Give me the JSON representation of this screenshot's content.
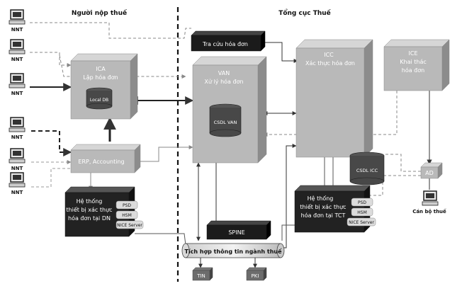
{
  "sections": {
    "taxpayer": "Người nộp thuế",
    "tax_department": "Tổng cục Thuế"
  },
  "nnt_label": "NNT",
  "ica": {
    "name": "ICA",
    "subtitle": "Lập hóa đơn",
    "db": "Local DB"
  },
  "erp": {
    "label": "ERP, Accounting"
  },
  "dn_system": {
    "lines": [
      "Hệ thống",
      "thiết bị xác thực",
      "hóa đơn tại DN"
    ],
    "modules": [
      "PSD",
      "HSM",
      "NICE Server"
    ]
  },
  "lookup": {
    "label": "Tra cứu hóa đơn"
  },
  "van": {
    "name": "VAN",
    "subtitle": "Xử lý hóa đơn",
    "db": "CSDL VAN"
  },
  "icc": {
    "name": "ICC",
    "subtitle": "Xác thực hóa đơn",
    "db": "CSDL ICC"
  },
  "ice": {
    "name": "ICE",
    "subtitle1": "Khai thác",
    "subtitle2": "hóa đơn"
  },
  "tct_system": {
    "lines": [
      "Hệ thống",
      "thiết bị xác thực",
      "hóa đơn tại TCT"
    ],
    "modules": [
      "PSD",
      "HSM",
      "NICE Server"
    ]
  },
  "ad": {
    "label": "AD"
  },
  "officer": {
    "label": "Cán bộ thuế"
  },
  "spine": {
    "label": "SPINE"
  },
  "integration": {
    "label": "Tích hợp thông tin ngành thuế"
  },
  "tin": {
    "label": "TIN"
  },
  "pki": {
    "label": "PKI"
  },
  "colors": {
    "box": "#b8b8b8",
    "box_side": "#8a8a8a",
    "box_top": "#d8d8d8",
    "dark": "#222222",
    "db": "#444444",
    "pill": "#dcdcdc"
  }
}
